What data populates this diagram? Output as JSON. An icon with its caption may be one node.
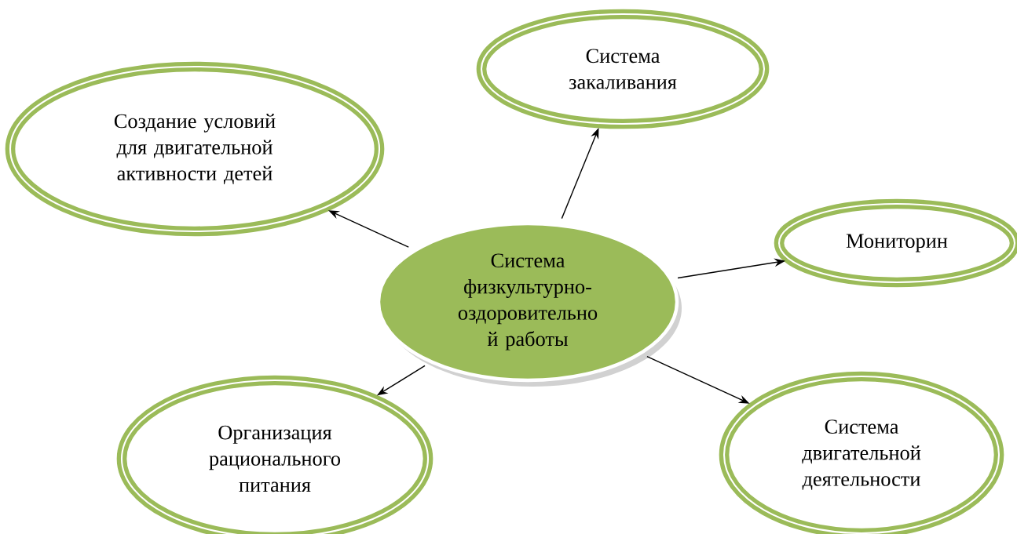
{
  "diagram": {
    "nodes": [
      {
        "text": [
          "Система физкультурно- оздоровительно й работы"
        ]
      },
      {
        "text": [
          "Создание условий для двигательной активности детей"
        ]
      },
      {
        "text": [
          "Система закаливания"
        ]
      },
      {
        "text": [
          "Мониторин"
        ]
      },
      {
        "text": [
          "Организация рационального питания"
        ]
      },
      {
        "text": [
          "Система двигательной деятельности"
        ]
      }
    ],
    "edges": [
      {
        "from": 0,
        "to": 1,
        "arrow": "to"
      },
      {
        "from": 0,
        "to": 2,
        "arrow": "to"
      },
      {
        "from": 0,
        "to": 3,
        "arrow": "to"
      },
      {
        "from": 0,
        "to": 4,
        "arrow": "to"
      },
      {
        "from": 0,
        "to": 5,
        "arrow": "to"
      }
    ]
  }
}
